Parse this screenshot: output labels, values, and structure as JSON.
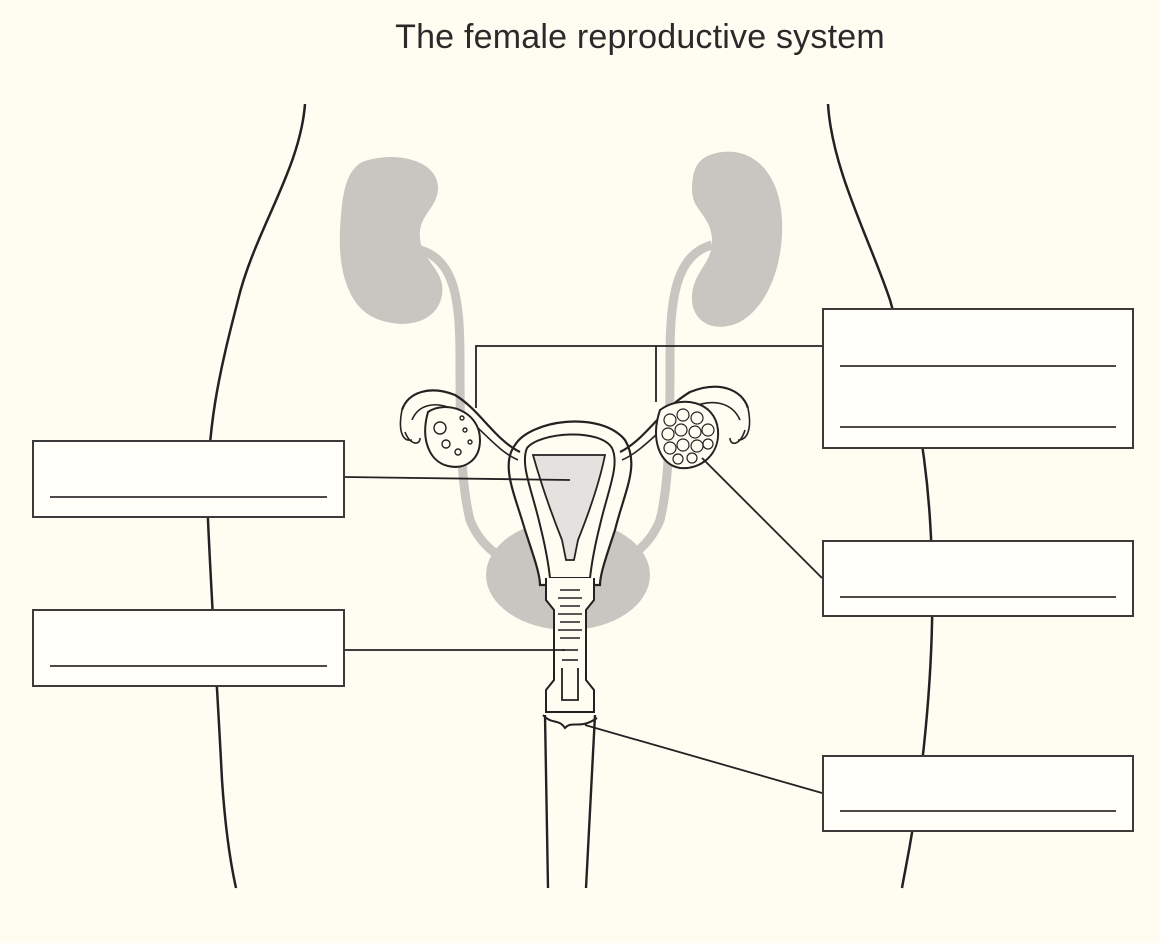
{
  "worksheet": {
    "title": "The female reproductive system"
  },
  "colors": {
    "background": "#fffdf2",
    "organ_fill": "#c9c6c1",
    "ink": "#2a2a2a"
  },
  "answer_boxes": [
    {
      "id": "box-upper-right",
      "lines": 2
    },
    {
      "id": "box-left-upper",
      "lines": 1
    },
    {
      "id": "box-middle-right",
      "lines": 1
    },
    {
      "id": "box-left-lower",
      "lines": 1
    },
    {
      "id": "box-lower-right",
      "lines": 1
    }
  ]
}
